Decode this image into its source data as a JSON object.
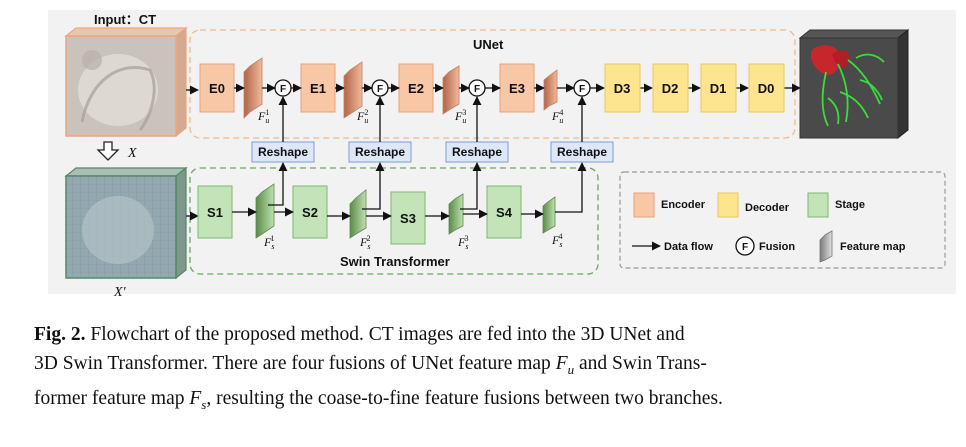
{
  "figure": {
    "input_label": "Input：CT",
    "unet_label": "UNet",
    "swin_label": "Swin Transformer",
    "x_label": "X",
    "xprime_label": "X'",
    "fusion_symbol": "F",
    "reshape_label": "Reshape",
    "encoder_blocks": [
      "E0",
      "E1",
      "E2",
      "E3"
    ],
    "decoder_blocks": [
      "D3",
      "D2",
      "D1",
      "D0"
    ],
    "stage_blocks": [
      "S1",
      "S2",
      "S3",
      "S4"
    ],
    "fu_labels": [
      {
        "base": "F",
        "sub": "u",
        "sup": "1"
      },
      {
        "base": "F",
        "sub": "u",
        "sup": "2"
      },
      {
        "base": "F",
        "sub": "u",
        "sup": "3"
      },
      {
        "base": "F",
        "sub": "u",
        "sup": "4"
      }
    ],
    "fs_labels": [
      {
        "base": "F",
        "sub": "s",
        "sup": "1"
      },
      {
        "base": "F",
        "sub": "s",
        "sup": "2"
      },
      {
        "base": "F",
        "sub": "s",
        "sup": "3"
      },
      {
        "base": "F",
        "sub": "s",
        "sup": "4"
      }
    ],
    "legend": {
      "encoder": "Encoder",
      "decoder": "Decoder",
      "stage": "Stage",
      "data_flow": "Data flow",
      "fusion": "Fusion",
      "feature_map": "Feature map"
    },
    "colors": {
      "encoder": "#f8c7a6",
      "decoder": "#fde48f",
      "stage": "#c3e3b8",
      "reshape": "#dde7f7",
      "panel_bg": "#f2f2f2"
    }
  },
  "caption": {
    "label": "Fig. 2.",
    "line1": "Flowchart of the proposed method. CT images are fed into the 3D UNet and",
    "line2": "3D Swin Transformer. There are four fusions of UNet feature map",
    "fu": "F",
    "fu_sub": "u",
    "line2b": "and Swin Trans-",
    "line3": "former feature map",
    "fs": "F",
    "fs_sub": "s",
    "line3b": ", resulting the coase-to-fine feature fusions between two branches."
  }
}
